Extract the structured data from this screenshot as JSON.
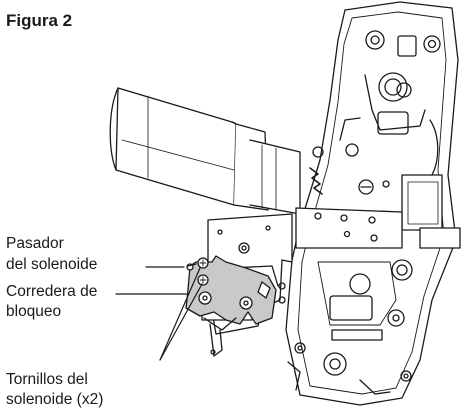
{
  "figure": {
    "title": "Figura 2"
  },
  "callouts": {
    "pasador_line1": "Pasador",
    "pasador_line2": "del solenoide",
    "corredera_line1": "Corredera de",
    "corredera_line2": "bloqueo",
    "tornillos_line1": "Tornillos del",
    "tornillos_line2": "solenoide (x2)"
  },
  "colors": {
    "line": "#1a1a1a",
    "highlight_plate": "#c9c9c9",
    "background": "#ffffff"
  }
}
